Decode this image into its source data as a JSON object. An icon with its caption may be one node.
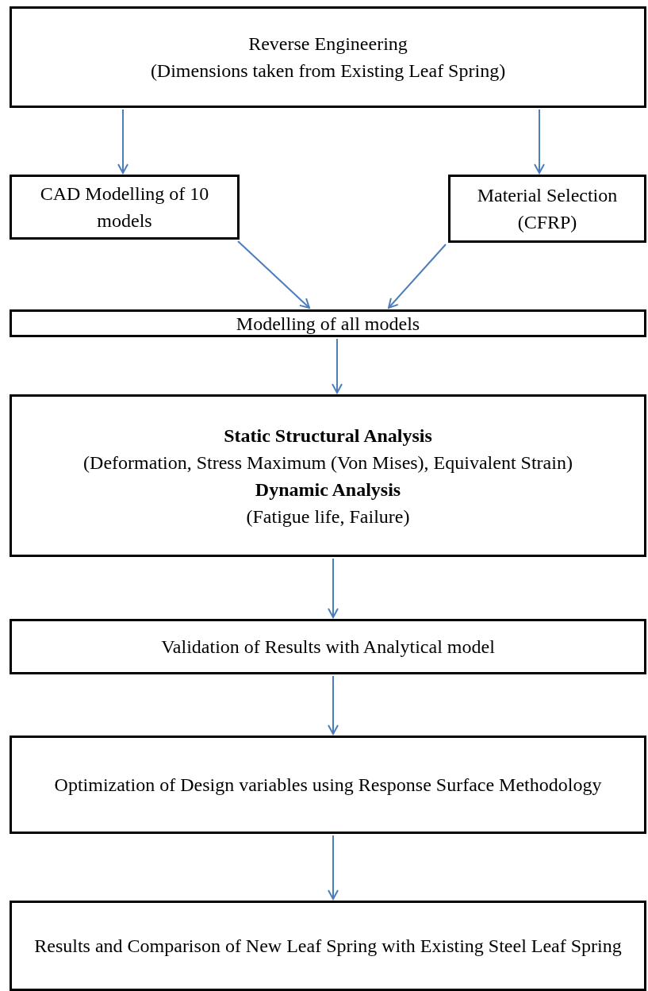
{
  "diagram": {
    "nodes": [
      {
        "text": [
          "Reverse Engineering",
          "(Dimensions taken from Existing Leaf Spring)"
        ]
      },
      {
        "text": [
          "CAD Modelling of 10 models"
        ]
      },
      {
        "text": [
          "Material Selection (CFRP)"
        ]
      },
      {
        "text": [
          "Modelling of all models"
        ]
      },
      {
        "text": [
          "Static Structural Analysis",
          "(Deformation, Stress Maximum (Von Mises), Equivalent Strain)",
          "Dynamic Analysis",
          "(Fatigue life, Failure)"
        ]
      },
      {
        "text": [
          "Validation of Results with Analytical model"
        ]
      },
      {
        "text": [
          "Optimization of Design variables using Response Surface Methodology"
        ]
      },
      {
        "text": [
          "Results and Comparison of New Leaf Spring with Existing Steel Leaf Spring"
        ]
      }
    ],
    "edges": [
      {
        "from": 0,
        "to": 1,
        "arrow": "to"
      },
      {
        "from": 0,
        "to": 2,
        "arrow": "to"
      },
      {
        "from": 1,
        "to": 3,
        "arrow": "to"
      },
      {
        "from": 2,
        "to": 3,
        "arrow": "to"
      },
      {
        "from": 3,
        "to": 4,
        "arrow": "to"
      },
      {
        "from": 4,
        "to": 5,
        "arrow": "to"
      },
      {
        "from": 5,
        "to": 6,
        "arrow": "to"
      },
      {
        "from": 6,
        "to": 7,
        "arrow": "to"
      }
    ]
  }
}
